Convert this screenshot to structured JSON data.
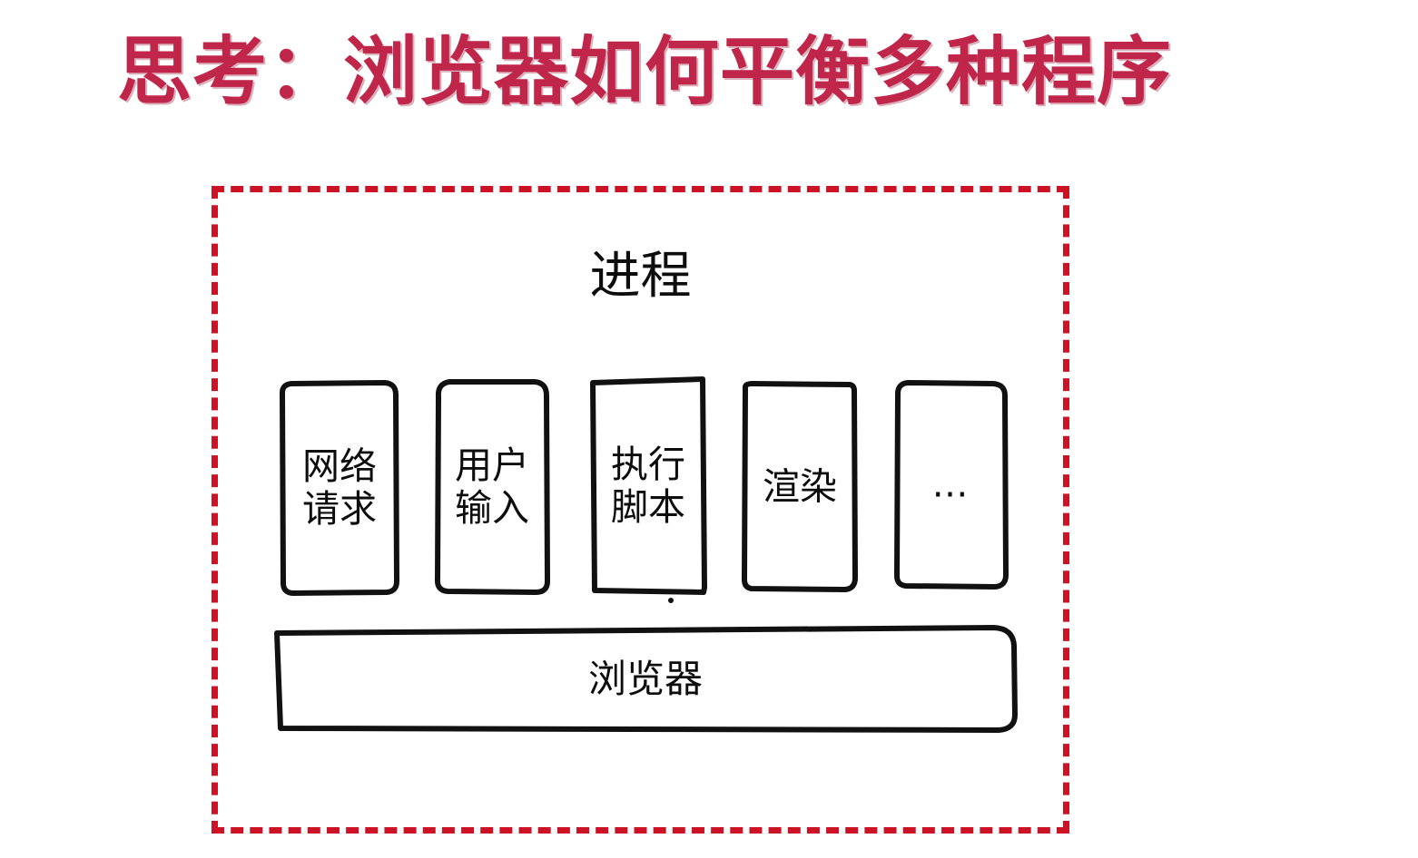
{
  "slide": {
    "title": "思考：浏览器如何平衡多种程序",
    "title_color": "#c0254a",
    "background_color": "#ffffff"
  },
  "diagram": {
    "container_label": "进程",
    "container_border_color": "#cc1326",
    "container_border_style": "dashed",
    "stroke_color": "#111111",
    "threads": [
      {
        "id": "network-request",
        "label": "网络\n请求"
      },
      {
        "id": "user-input",
        "label": "用户\n输入"
      },
      {
        "id": "execute-script",
        "label": "执行\n脚本"
      },
      {
        "id": "render",
        "label": "渲染"
      },
      {
        "id": "more",
        "label": "…"
      }
    ],
    "browser_bar": {
      "id": "browser",
      "label": "浏览器"
    }
  }
}
